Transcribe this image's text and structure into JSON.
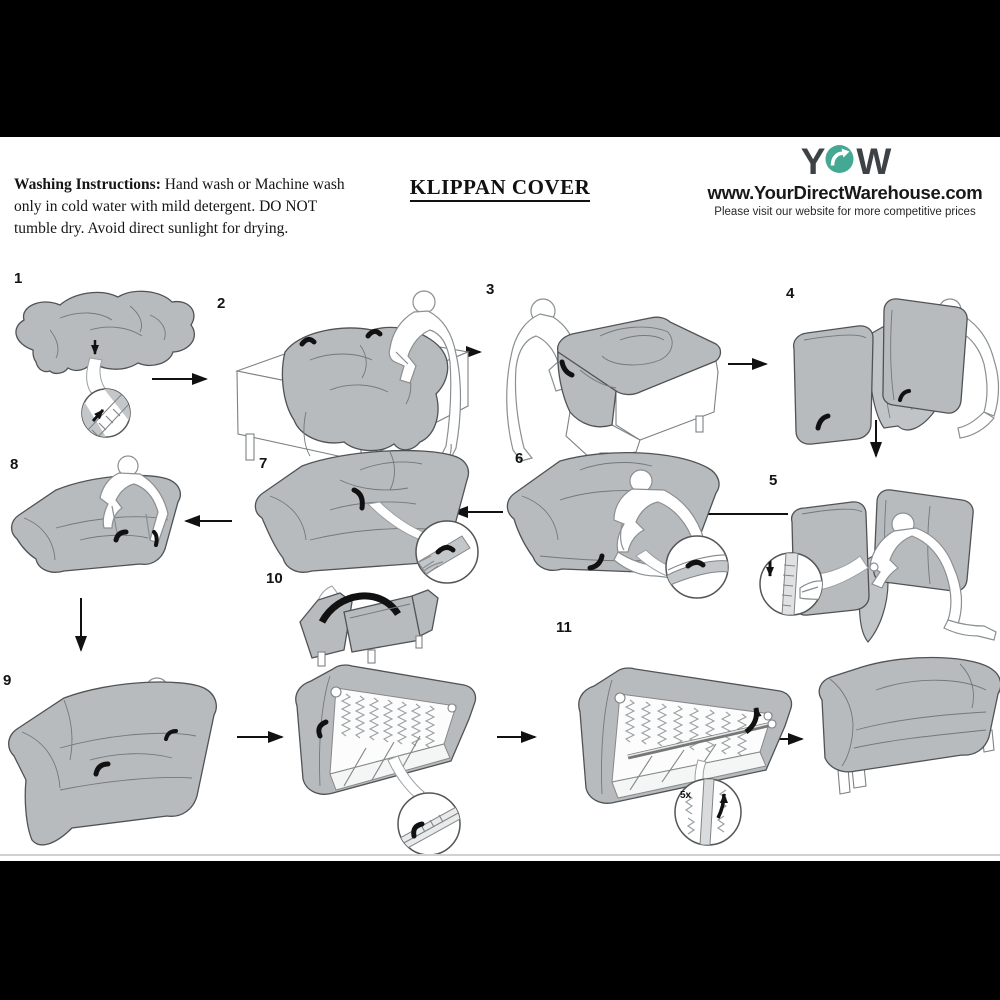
{
  "header": {
    "washing_label": "Washing Instructions:",
    "washing_text": " Hand wash or Machine wash only in cold water with mild detergent. DO NOT tumble dry. Avoid direct sunlight for drying.",
    "title": "KLIPPAN COVER"
  },
  "brand": {
    "logo_letter_y": "Y",
    "logo_letter_w": "W",
    "website": "www.YourDirectWarehouse.com",
    "tagline": "Please visit our website for more competitive prices",
    "accent_teal": "#45a893",
    "charcoal": "#3d4247"
  },
  "steps": [
    "1",
    "2",
    "3",
    "4",
    "5",
    "6",
    "7",
    "8",
    "9",
    "10",
    "11"
  ],
  "labels": {
    "quantity_detail": "5x"
  },
  "colors": {
    "cover_gray": "#b7bbbd",
    "outline_dark": "#4f5355",
    "arrow_black": "#111111"
  }
}
